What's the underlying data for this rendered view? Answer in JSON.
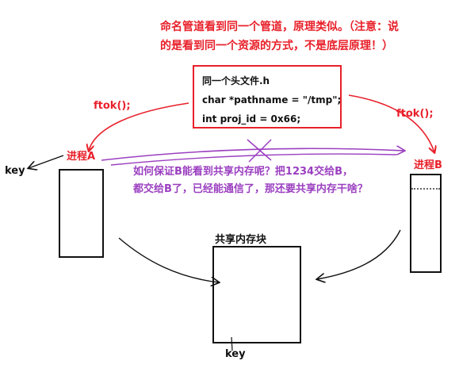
{
  "note": {
    "line1": "命名管道看到同一个管道，原理类似。（注意：说",
    "line2": "的是看到同一个资源的方式，不是底层原理！）"
  },
  "header_file": {
    "title": "同一个头文件.h",
    "line1": "char *pathname = \"/tmp\";",
    "line2": "int proj_id = 0x66;"
  },
  "left_call": "ftok();",
  "right_call": "ftok();",
  "process_a": {
    "label": "进程A"
  },
  "process_b": {
    "label": "进程B"
  },
  "key_left": "key",
  "key_bottom": "key",
  "question": {
    "line1": "如何保证B能看到共享内存呢？把1234交给B，",
    "line2": "都交给B了，已经能通信了，那还要共享内存干啥？"
  },
  "shared_memory": {
    "label": "共享内存块"
  },
  "colors": {
    "red": "#e8202a",
    "purple": "#9b3fc0",
    "black": "#111111"
  }
}
